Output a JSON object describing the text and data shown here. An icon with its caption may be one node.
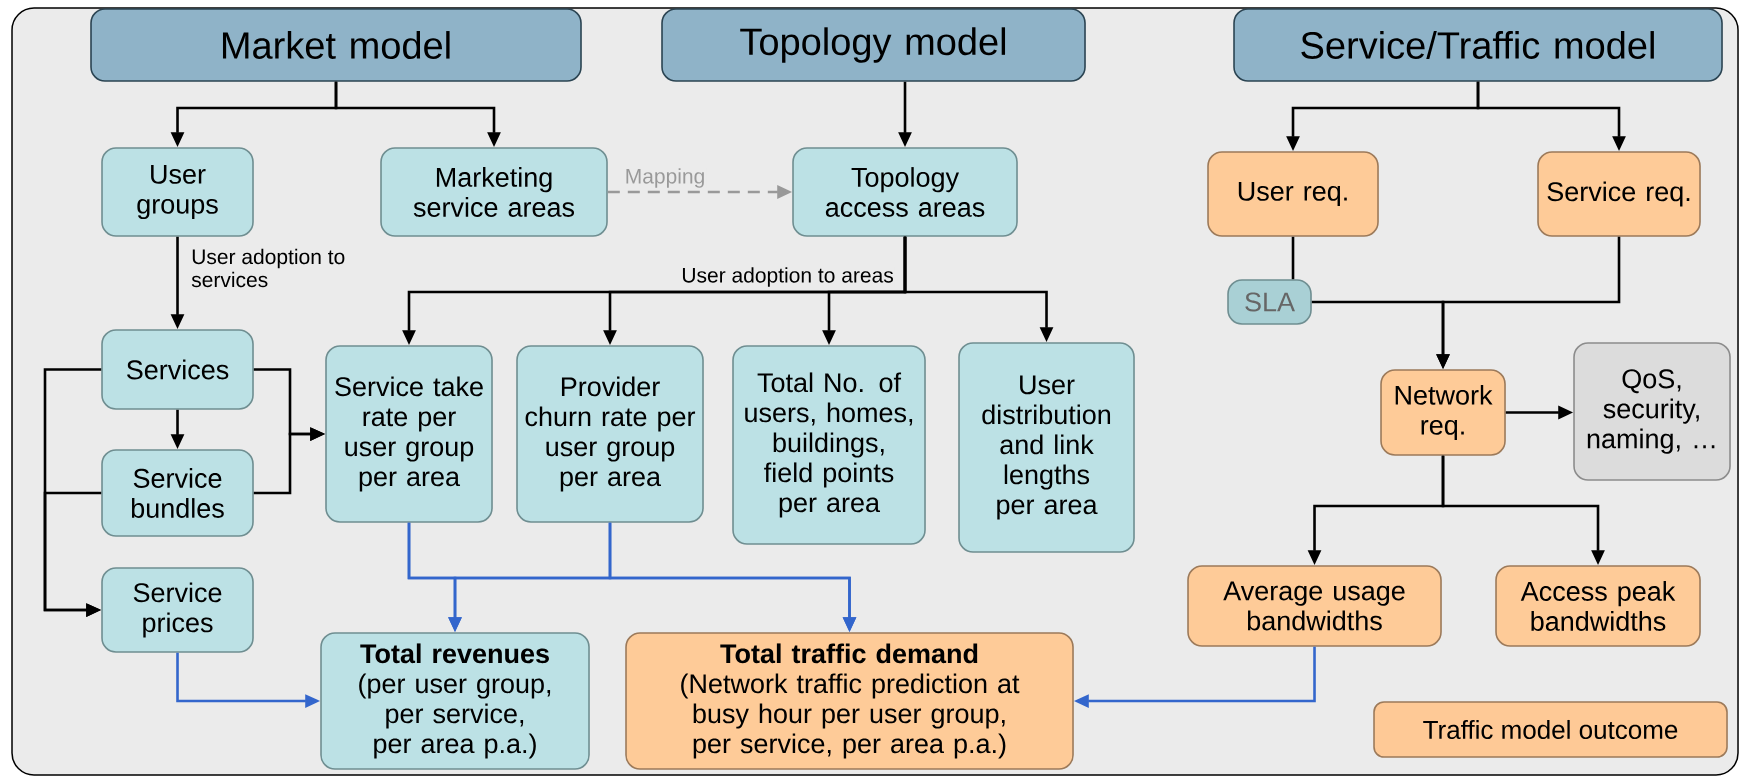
{
  "diagram": {
    "nodes": [
      {
        "text": [
          "Market model"
        ]
      },
      {
        "text": [
          "Topology model"
        ]
      },
      {
        "text": [
          "Service/Traffic model"
        ]
      },
      {
        "text": [
          "User groups"
        ]
      },
      {
        "text": [
          "Marketing service areas"
        ]
      },
      {
        "text": [
          "Topology access areas"
        ]
      },
      {
        "text": [
          "User req."
        ]
      },
      {
        "text": [
          "Service req."
        ]
      },
      {
        "text": [
          "SLA"
        ]
      },
      {
        "text": [
          "Services"
        ]
      },
      {
        "text": [
          "Service bundles"
        ]
      },
      {
        "text": [
          "Service take rate per user group per area"
        ]
      },
      {
        "text": [
          "Provider churn rate per user group per area"
        ]
      },
      {
        "text": [
          "Total No. of users, homes, buildings, field points per area"
        ]
      },
      {
        "text": [
          "User distribution and link lengths per area"
        ]
      },
      {
        "text": [
          "Network req."
        ]
      },
      {
        "text": [
          "QoS, security, naming, …"
        ]
      },
      {
        "text": [
          "Service prices"
        ]
      },
      {
        "text": [
          "Total revenues",
          "(per user group, per service, per area p.a.)"
        ]
      },
      {
        "text": [
          "Total traffic demand",
          "(Network traffic prediction at busy hour per user group, per service, per area p.a.)"
        ]
      },
      {
        "text": [
          "Average usage bandwidths"
        ]
      },
      {
        "text": [
          "Access peak bandwidths"
        ]
      }
    ],
    "edges": [
      {
        "from": 0,
        "to": 3,
        "arrow": "to"
      },
      {
        "from": 0,
        "to": 4,
        "arrow": "to"
      },
      {
        "from": 1,
        "to": 5,
        "arrow": "to"
      },
      {
        "from": 2,
        "to": 6,
        "arrow": "to"
      },
      {
        "from": 2,
        "to": 7,
        "arrow": "to"
      },
      {
        "from": 4,
        "to": 5,
        "arrow": "to",
        "label": "Mapping",
        "style": "dashed",
        "color": "#999999"
      },
      {
        "from": 3,
        "to": 9,
        "arrow": "to",
        "label": "User adoption to services"
      },
      {
        "from": 9,
        "to": 10,
        "arrow": "to"
      },
      {
        "from": 9,
        "to": 11,
        "arrow": "to"
      },
      {
        "from": 10,
        "to": 11,
        "arrow": "to"
      },
      {
        "from": 9,
        "to": 17,
        "arrow": "to"
      },
      {
        "from": 10,
        "to": 17,
        "arrow": "to"
      },
      {
        "from": 5,
        "to": 11,
        "arrow": "to",
        "label": "User adoption to areas"
      },
      {
        "from": 5,
        "to": 12,
        "arrow": "to"
      },
      {
        "from": 5,
        "to": 13,
        "arrow": "to"
      },
      {
        "from": 5,
        "to": 14,
        "arrow": "to"
      },
      {
        "from": 6,
        "to": 8,
        "arrow": "none"
      },
      {
        "from": 8,
        "to": 15,
        "arrow": "to"
      },
      {
        "from": 7,
        "to": 15,
        "arrow": "to"
      },
      {
        "from": 15,
        "to": 16,
        "arrow": "to"
      },
      {
        "from": 15,
        "to": 20,
        "arrow": "to"
      },
      {
        "from": 15,
        "to": 21,
        "arrow": "to"
      },
      {
        "from": 11,
        "to": 18,
        "arrow": "to",
        "color": "#3366cc"
      },
      {
        "from": 12,
        "to": 18,
        "arrow": "to",
        "color": "#3366cc"
      },
      {
        "from": 11,
        "to": 19,
        "arrow": "to",
        "color": "#3366cc"
      },
      {
        "from": 12,
        "to": 19,
        "arrow": "to",
        "color": "#3366cc"
      },
      {
        "from": 17,
        "to": 18,
        "arrow": "to",
        "color": "#3366cc"
      },
      {
        "from": 20,
        "to": 19,
        "arrow": "to",
        "color": "#3366cc"
      }
    ],
    "legend": [
      {
        "text": "Traffic model outcome",
        "color": "#fec996"
      }
    ]
  }
}
